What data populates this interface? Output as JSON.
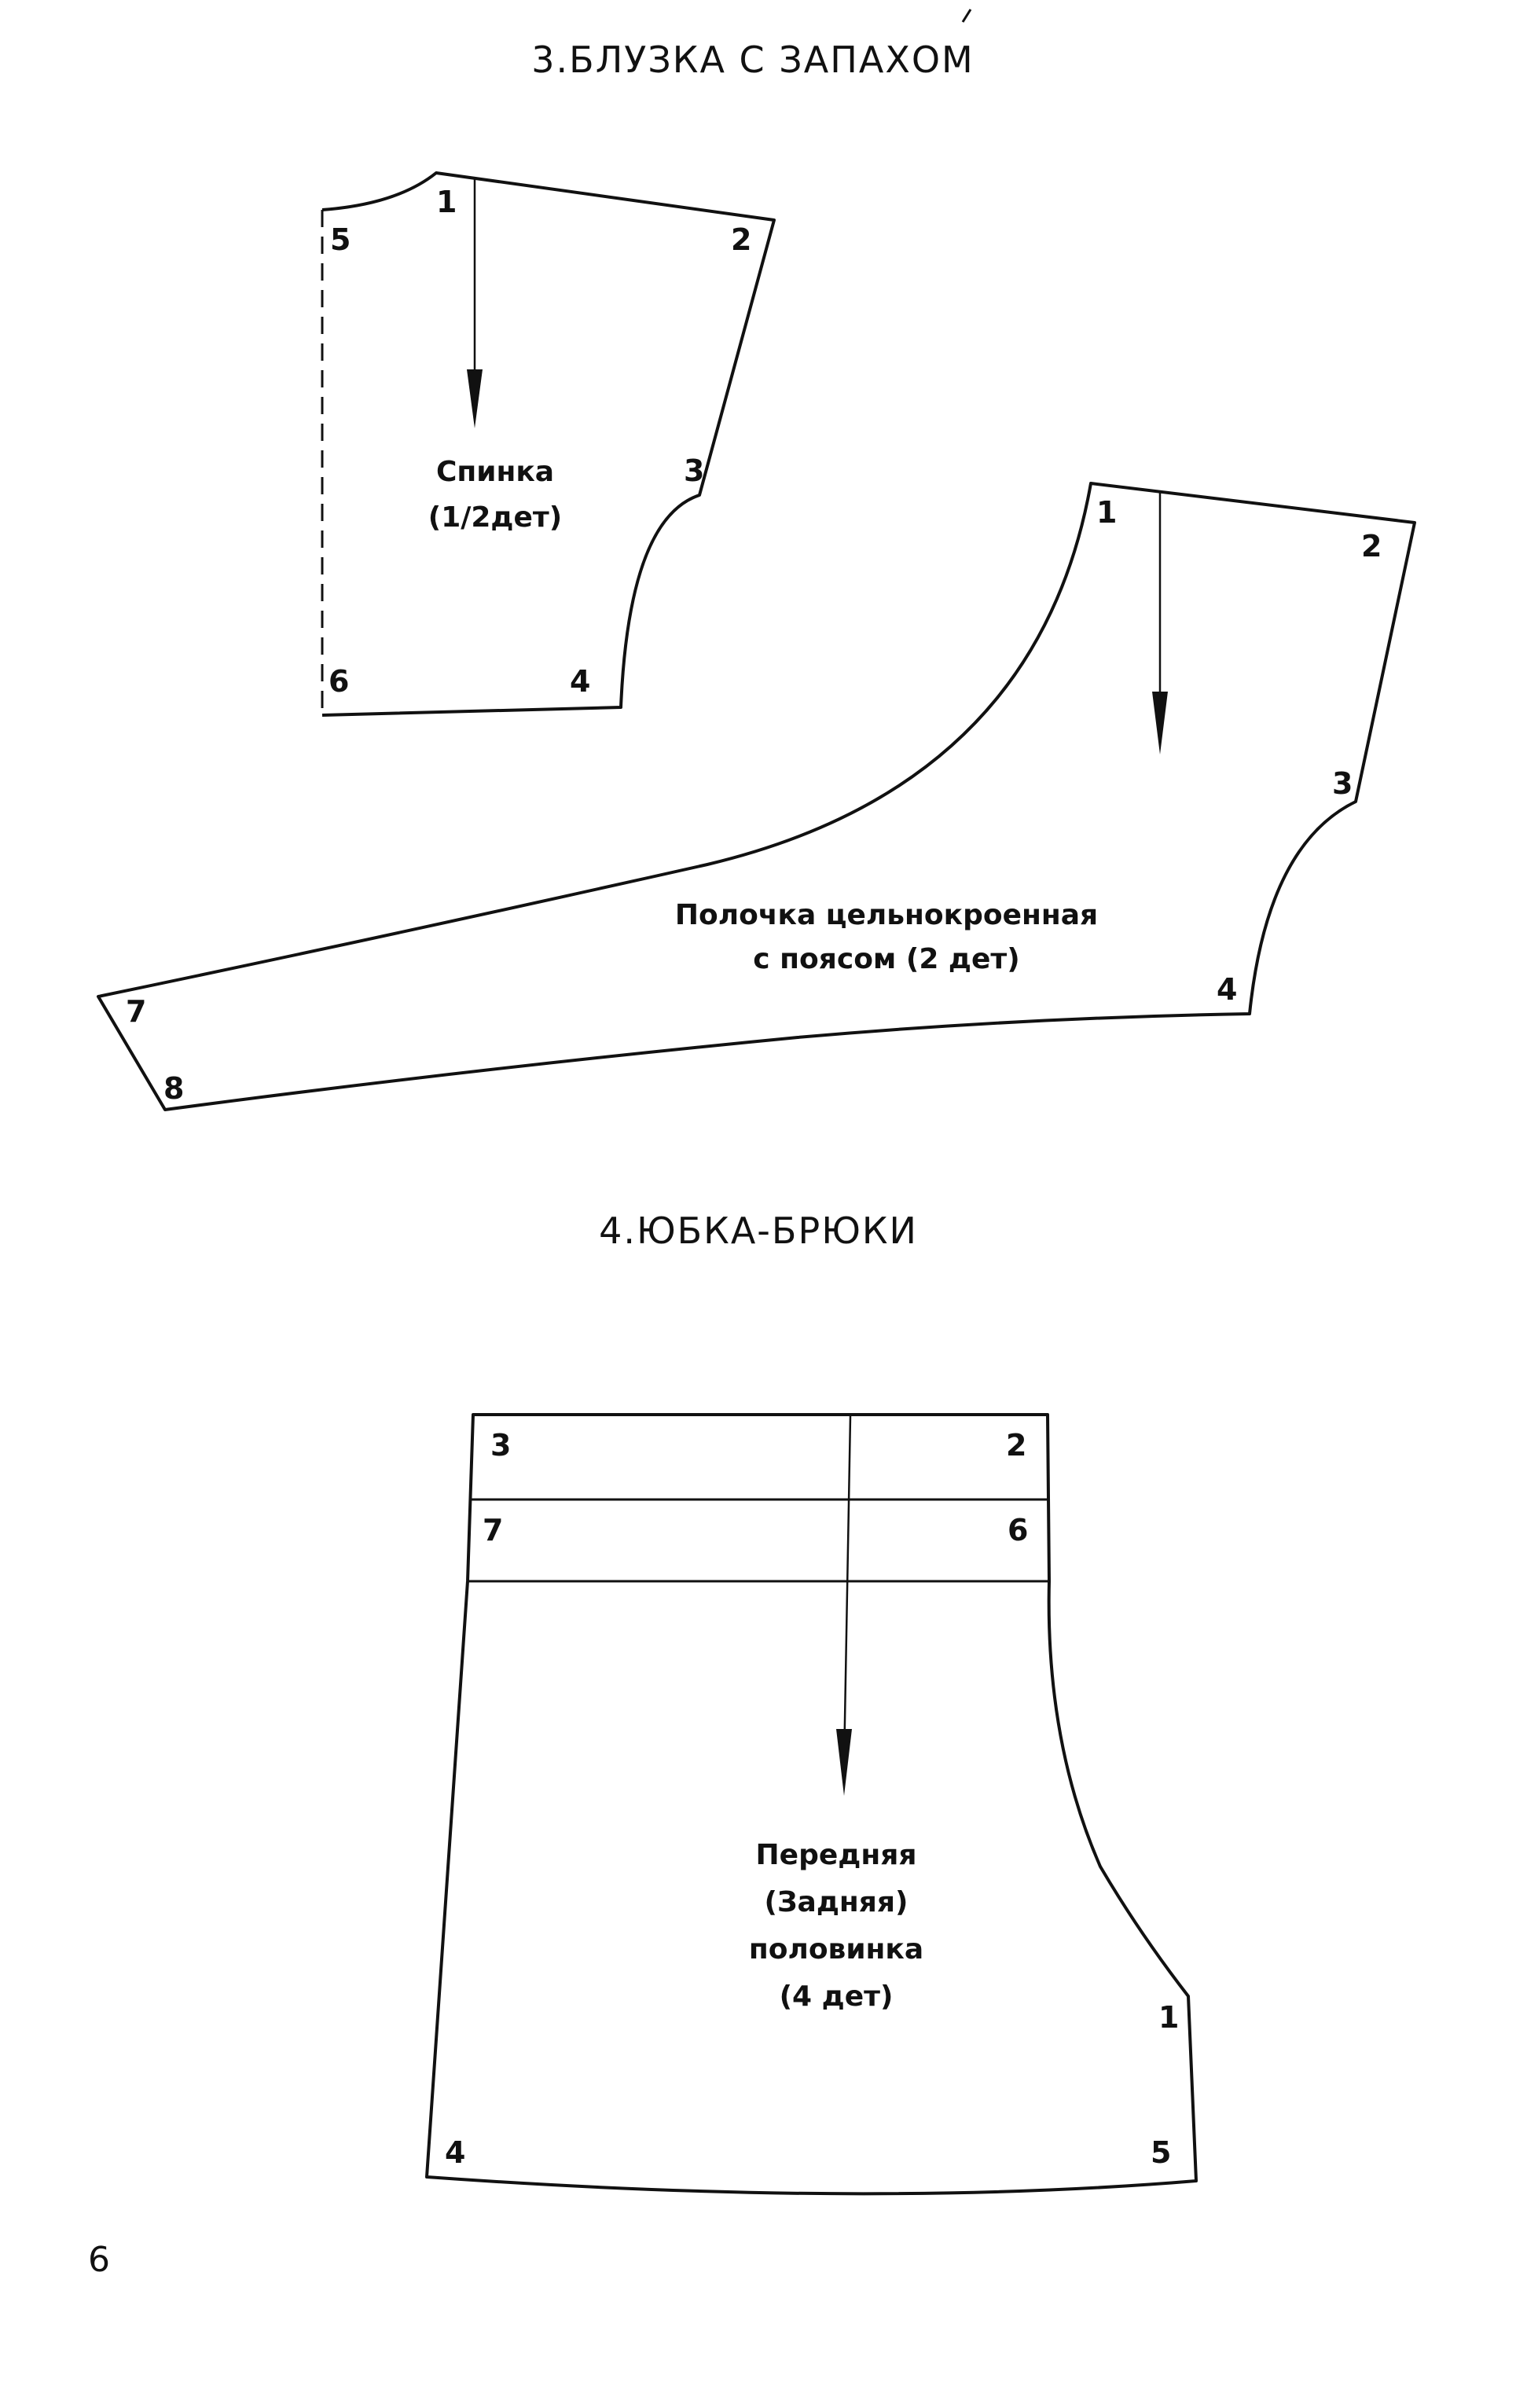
{
  "sections": {
    "blouse": {
      "title": "3.БЛУЗКА С ЗАПАХОМ"
    },
    "skirt": {
      "title": "4.ЮБКА-БРЮКИ"
    }
  },
  "pieces": {
    "back": {
      "name": "Спинка",
      "count": "(1/2дет)",
      "points": [
        "1",
        "2",
        "3",
        "4",
        "5",
        "6"
      ]
    },
    "front": {
      "name": "Полочка цельнокроенная",
      "count": "с поясом (2 дет)",
      "points": [
        "1",
        "2",
        "3",
        "4",
        "7",
        "8"
      ]
    },
    "skirt": {
      "line1": "Передняя",
      "line2": "(Задняя)",
      "line3": "половинка",
      "line4": "(4 дет)",
      "points": [
        "1",
        "2",
        "3",
        "4",
        "5",
        "6",
        "7"
      ]
    }
  },
  "page_number": "6"
}
